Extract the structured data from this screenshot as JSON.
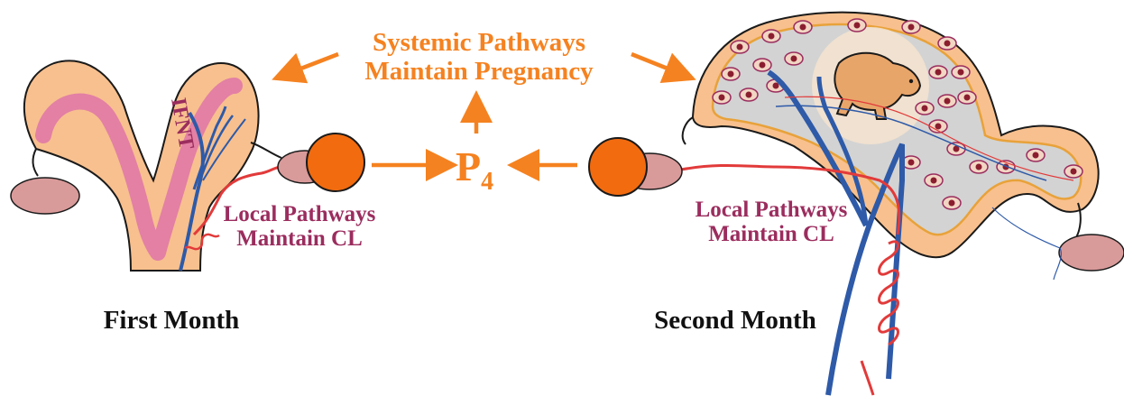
{
  "top_label": {
    "line1": "Systemic Pathways",
    "line2": "Maintain Pregnancy"
  },
  "hormone": {
    "base": "P",
    "sub": "4"
  },
  "left_local_label": {
    "line1": "Local Pathways",
    "line2": "Maintain CL"
  },
  "right_local_label": {
    "line1": "Local Pathways",
    "line2": "Maintain CL"
  },
  "uterus_signal": "IFNT",
  "caption_left": "First Month",
  "caption_right": "Second Month",
  "colors": {
    "orange": "#F58220",
    "magenta": "#9B2D5E",
    "uterus_fill": "#F8C08E",
    "uterus_stroke": "#1a1a1a",
    "ovary": "#D99A9A",
    "corpus_luteum": "#F26B0F",
    "vein": "#2E5AA8",
    "artery": "#E23A3A",
    "pink_band": "#E079A6",
    "caption": "#111111"
  }
}
